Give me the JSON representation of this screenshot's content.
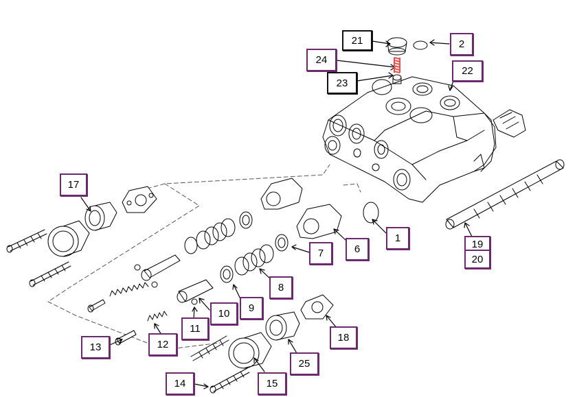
{
  "callouts": [
    {
      "id": "1",
      "label": "1"
    },
    {
      "id": "2",
      "label": "2"
    },
    {
      "id": "6",
      "label": "6"
    },
    {
      "id": "7",
      "label": "7"
    },
    {
      "id": "8",
      "label": "8"
    },
    {
      "id": "9",
      "label": "9"
    },
    {
      "id": "10",
      "label": "10"
    },
    {
      "id": "11",
      "label": "11"
    },
    {
      "id": "12",
      "label": "12"
    },
    {
      "id": "13",
      "label": "13"
    },
    {
      "id": "14",
      "label": "14"
    },
    {
      "id": "15",
      "label": "15"
    },
    {
      "id": "17",
      "label": "17"
    },
    {
      "id": "18",
      "label": "18"
    },
    {
      "id": "19",
      "label": "19"
    },
    {
      "id": "20",
      "label": "20"
    },
    {
      "id": "21",
      "label": "21"
    },
    {
      "id": "22",
      "label": "22"
    },
    {
      "id": "23",
      "label": "23"
    },
    {
      "id": "24",
      "label": "24"
    },
    {
      "id": "25",
      "label": "25"
    }
  ],
  "colors": {
    "callout_border_purple": "#6b2a6e",
    "callout_border_black": "#111111",
    "line": "#000000",
    "highlight_spring": "#e8504a"
  }
}
